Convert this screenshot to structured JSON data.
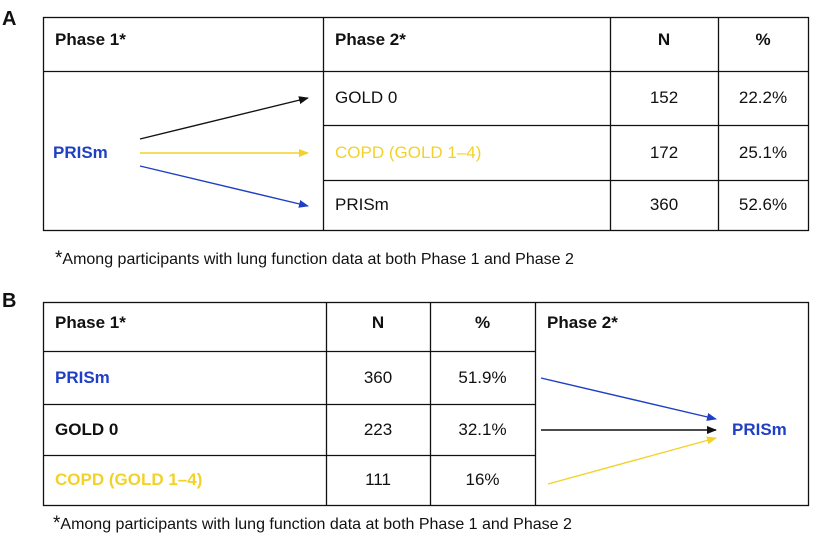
{
  "colors": {
    "black": "#111111",
    "blue": "#1f3fc4",
    "yellow": "#f2d22a"
  },
  "panel_a": {
    "letter": "A",
    "headers": {
      "phase1": "Phase 1*",
      "phase2": "Phase 2*",
      "n": "N",
      "pct": "%"
    },
    "source": "PRISm",
    "rows": [
      {
        "phase2": "GOLD 0",
        "n": "152",
        "pct": "22.2%",
        "color": "black"
      },
      {
        "phase2": "COPD (GOLD 1–4)",
        "n": "172",
        "pct": "25.1%",
        "color": "yellow"
      },
      {
        "phase2": "PRISm",
        "n": "360",
        "pct": "52.6%",
        "color": "blue"
      }
    ],
    "footnote_star": "*",
    "footnote": "Among participants with lung function data at both Phase 1 and Phase 2"
  },
  "panel_b": {
    "letter": "B",
    "headers": {
      "phase1": "Phase 1*",
      "n": "N",
      "pct": "%",
      "phase2": "Phase 2*"
    },
    "target": "PRISm",
    "rows": [
      {
        "phase1": "PRISm",
        "n": "360",
        "pct": "51.9%",
        "color": "blue"
      },
      {
        "phase1": "GOLD 0",
        "n": "223",
        "pct": "32.1%",
        "color": "black"
      },
      {
        "phase1": "COPD (GOLD 1–4)",
        "n": "111",
        "pct": "16%",
        "color": "yellow"
      }
    ],
    "footnote_star": "*",
    "footnote": "Among participants with lung function data at both Phase 1 and Phase 2"
  }
}
